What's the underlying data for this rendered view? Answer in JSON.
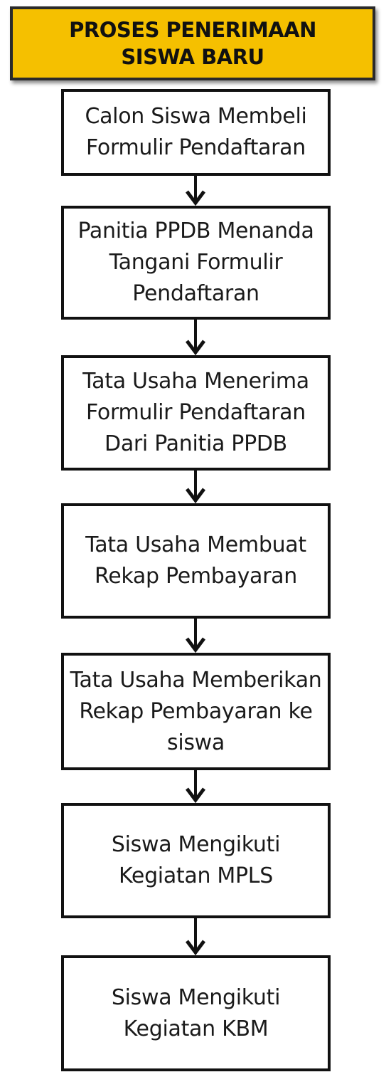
{
  "title": "PROSES PENERIMAAN SISWA BARU",
  "steps": [
    {
      "label": "Calon Siswa Membeli Formulir Pendaftaran"
    },
    {
      "label": "Panitia PPDB Menanda Tangani Formulir Pendaftaran"
    },
    {
      "label": "Tata Usaha Menerima Formulir Pendaftaran Dari Panitia PPDB"
    },
    {
      "label": "Tata Usaha Membuat Rekap Pembayaran"
    },
    {
      "label": "Tata Usaha Memberikan Rekap Pembayaran ke siswa"
    },
    {
      "label": "Siswa Mengikuti Kegiatan MPLS"
    },
    {
      "label": "Siswa Mengikuti Kegiatan KBM"
    }
  ],
  "colors": {
    "title_fill": "#f5c000",
    "border": "#111111",
    "arrow": "#111111"
  },
  "icons": {
    "connector": "arrow-down-icon"
  }
}
